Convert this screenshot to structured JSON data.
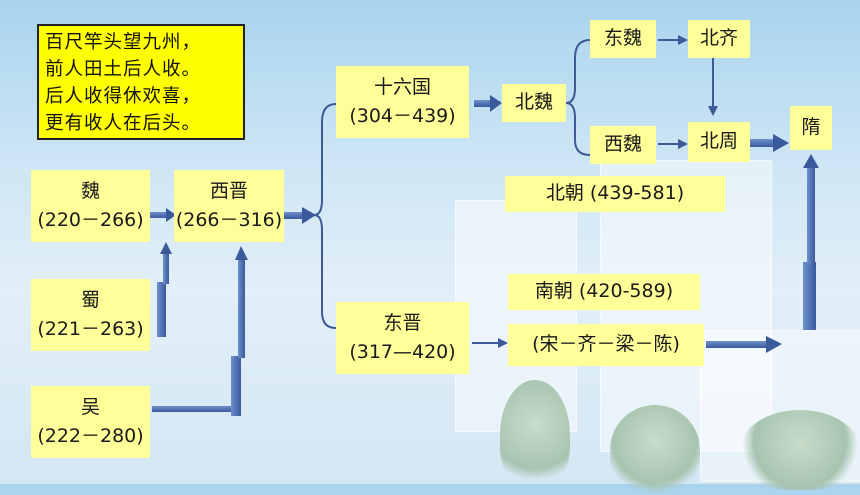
{
  "poem": {
    "lines": [
      "百尺竿头望九州，",
      "前人田土后人收。",
      "后人收得休欢喜，",
      "更有收人在后头。"
    ]
  },
  "nodes": {
    "wei": {
      "name": "魏",
      "years": "(220－266)"
    },
    "shu": {
      "name": "蜀",
      "years": "(221－263)"
    },
    "wu": {
      "name": "吴",
      "years": "(222－280)"
    },
    "xijin": {
      "name": "西晋",
      "years": "(266－316)"
    },
    "shiliuguo": {
      "name": "十六国",
      "years": "(304－439)"
    },
    "dongjin": {
      "name": "东晋",
      "years": "(317—420)"
    },
    "beiwei": {
      "name": "北魏"
    },
    "dongwei": {
      "name": "东魏"
    },
    "xiwei": {
      "name": "西魏"
    },
    "beiqi": {
      "name": "北齐"
    },
    "beizhou": {
      "name": "北周"
    },
    "sui": {
      "name": "隋"
    },
    "beichao": {
      "label": "北朝 (439-581)"
    },
    "nanchao": {
      "label": "南朝 (420-589)"
    },
    "nanchao_dynasties": {
      "label": "(宋－齐－梁－陈)"
    }
  },
  "colors": {
    "box_fill": "#ffff99",
    "poem_fill": "#ffff00",
    "arrow_fill": "#4a6fb0",
    "bracket_stroke": "#3c5a96"
  }
}
